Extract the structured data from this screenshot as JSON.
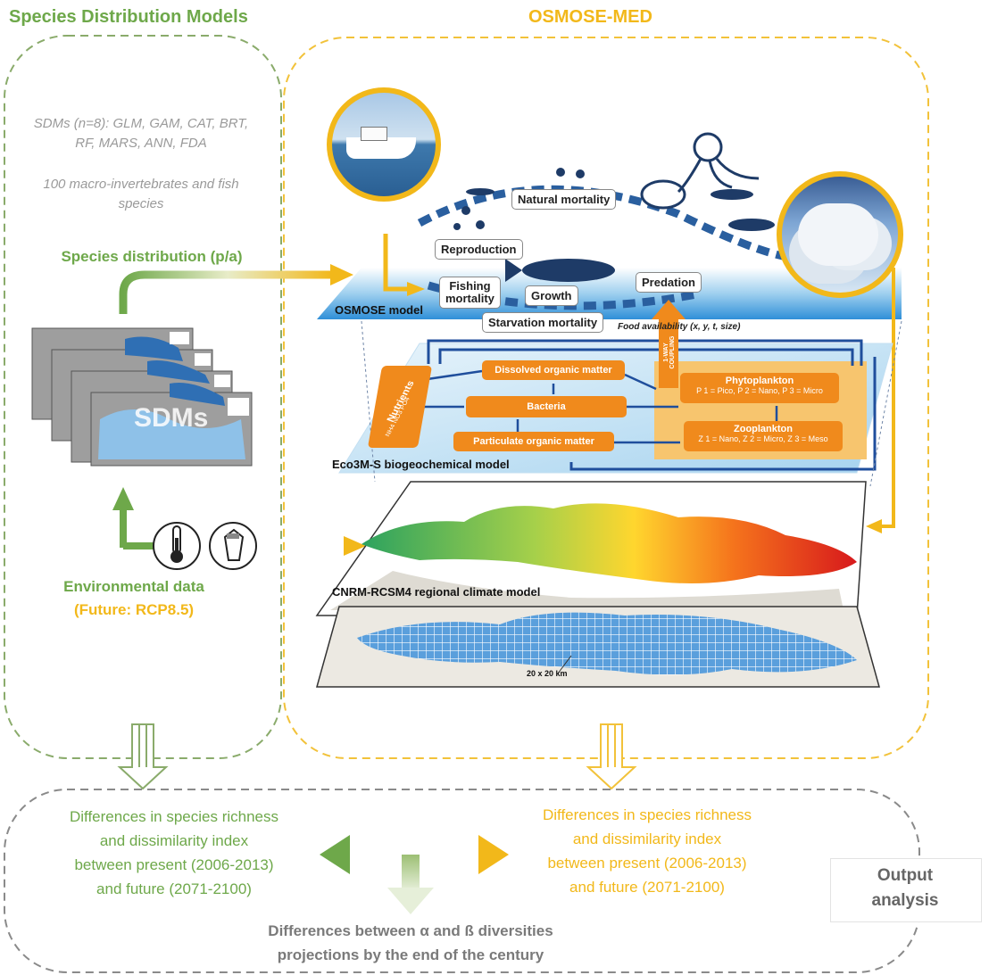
{
  "titles": {
    "sdm": "Species Distribution Models",
    "osmose": "OSMOSE-MED"
  },
  "sdm_panel": {
    "models_line1": "SDMs (n=8): GLM, GAM, CAT, BRT,",
    "models_line2": "RF, MARS, ANN, FDA",
    "species_line1": "100 macro-invertebrates and fish",
    "species_line2": "species",
    "distribution_label": "Species distribution (p/a)",
    "maps_label": "SDMs",
    "env_label": "Environmental data",
    "env_future": "(Future: RCP8.5)"
  },
  "osmose_panel": {
    "natural_mortality": "Natural mortality",
    "reproduction": "Reproduction",
    "fishing_mortality_1": "Fishing",
    "fishing_mortality_2": "mortality",
    "growth": "Growth",
    "predation": "Predation",
    "starvation_mortality": "Starvation mortality",
    "osmose_model": "OSMOSE model",
    "food_availability": "Food availability (x, y, t, size)",
    "coupling": "1-WAY COUPLING",
    "nutrients": "Nutrients",
    "nutrients_sub": "NH4 NO3 PO4",
    "dissolved_om": "Dissolved organic matter",
    "bacteria": "Bacteria",
    "particulate_om": "Particulate organic matter",
    "phytoplankton": "Phytoplankton",
    "phyto_sub": "P 1 = Pico, P 2 = Nano, P 3 = Micro",
    "zooplankton": "Zooplankton",
    "zoo_sub": "Z 1 = Nano, Z 2 = Micro, Z 3 = Meso",
    "eco3m": "Eco3M-S biogeochemical model",
    "cnrm": "CNRM-RCSM4 regional climate model",
    "grid": "20 x 20 km"
  },
  "outputs": {
    "green_1": "Differences in species richness",
    "green_2": "and dissimilarity index",
    "green_3": "between present (2006-2013)",
    "green_4": "and future (2071-2100)",
    "yellow_1": "Differences in species richness",
    "yellow_2": "and dissimilarity index",
    "yellow_3": "between present (2006-2013)",
    "yellow_4": "and future (2071-2100)",
    "center_1": "Differences between α and ß diversities",
    "center_2": "projections by the end of the century",
    "output_1": "Output",
    "output_2": "analysis"
  },
  "colors": {
    "green": "#6ea84a",
    "yellow": "#f2b81a",
    "orange": "#f08a1c",
    "navy": "#1f4e9c",
    "gray_dash": "#8a8a8a"
  }
}
